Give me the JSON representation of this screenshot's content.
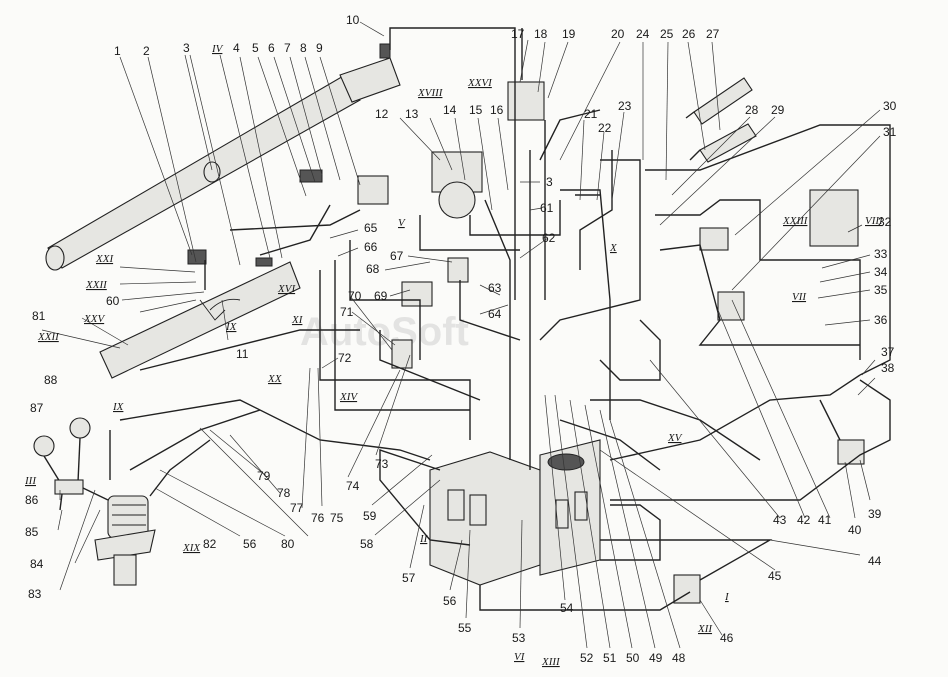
{
  "watermark": "AutoSoft",
  "labels": {
    "n1": "1",
    "n2": "2",
    "n3a": "3",
    "n3b": "3",
    "n4": "4",
    "n5": "5",
    "n6": "6",
    "n7": "7",
    "n8": "8",
    "n9": "9",
    "n10": "10",
    "n11": "11",
    "n12": "12",
    "n13": "13",
    "n14": "14",
    "n15": "15",
    "n16": "16",
    "n17": "17",
    "n18": "18",
    "n19": "19",
    "n20": "20",
    "n21": "21",
    "n22": "22",
    "n23": "23",
    "n24": "24",
    "n25": "25",
    "n26": "26",
    "n27": "27",
    "n28": "28",
    "n29": "29",
    "n30": "30",
    "n31": "31",
    "n32": "32",
    "n33": "33",
    "n34": "34",
    "n35": "35",
    "n36": "36",
    "n37": "37",
    "n38": "38",
    "n39": "39",
    "n40": "40",
    "n41": "41",
    "n42": "42",
    "n43": "43",
    "n44": "44",
    "n45": "45",
    "n46": "46",
    "n48": "48",
    "n49": "49",
    "n50": "50",
    "n51": "51",
    "n52": "52",
    "n53": "53",
    "n54": "54",
    "n55": "55",
    "n56a": "56",
    "n56b": "56",
    "n57": "57",
    "n58": "58",
    "n59": "59",
    "n60": "60",
    "n61": "61",
    "n62": "62",
    "n63": "63",
    "n64": "64",
    "n65": "65",
    "n66": "66",
    "n67": "67",
    "n68": "68",
    "n69": "69",
    "n70": "70",
    "n71": "71",
    "n72": "72",
    "n73": "73",
    "n74": "74",
    "n75": "75",
    "n76": "76",
    "n77": "77",
    "n78": "78",
    "n79": "79",
    "n80": "80",
    "n81": "81",
    "n82": "82",
    "n83": "83",
    "n84": "84",
    "n85": "85",
    "n86": "86",
    "n87": "87",
    "n88": "88"
  },
  "roman": {
    "r_i": "I",
    "r_ii": "II",
    "r_iii": "III",
    "r_iv": "IV",
    "r_v": "V",
    "r_vi": "VI",
    "r_vii": "VII",
    "r_viii": "VIII",
    "r_ix_a": "IX",
    "r_ix_b": "IX",
    "r_x": "X",
    "r_xi": "XI",
    "r_xii": "XII",
    "r_xiii": "XIII",
    "r_xiv": "XIV",
    "r_xv": "XV",
    "r_xvi": "XVI",
    "r_xviii": "XVIII",
    "r_xix": "XIX",
    "r_xx": "XX",
    "r_xxi": "XXI",
    "r_xxii_a": "XXII",
    "r_xxii_b": "XXII",
    "r_xxiii": "XXIII",
    "r_xxv": "XXV",
    "r_xxvi": "XXVI"
  }
}
